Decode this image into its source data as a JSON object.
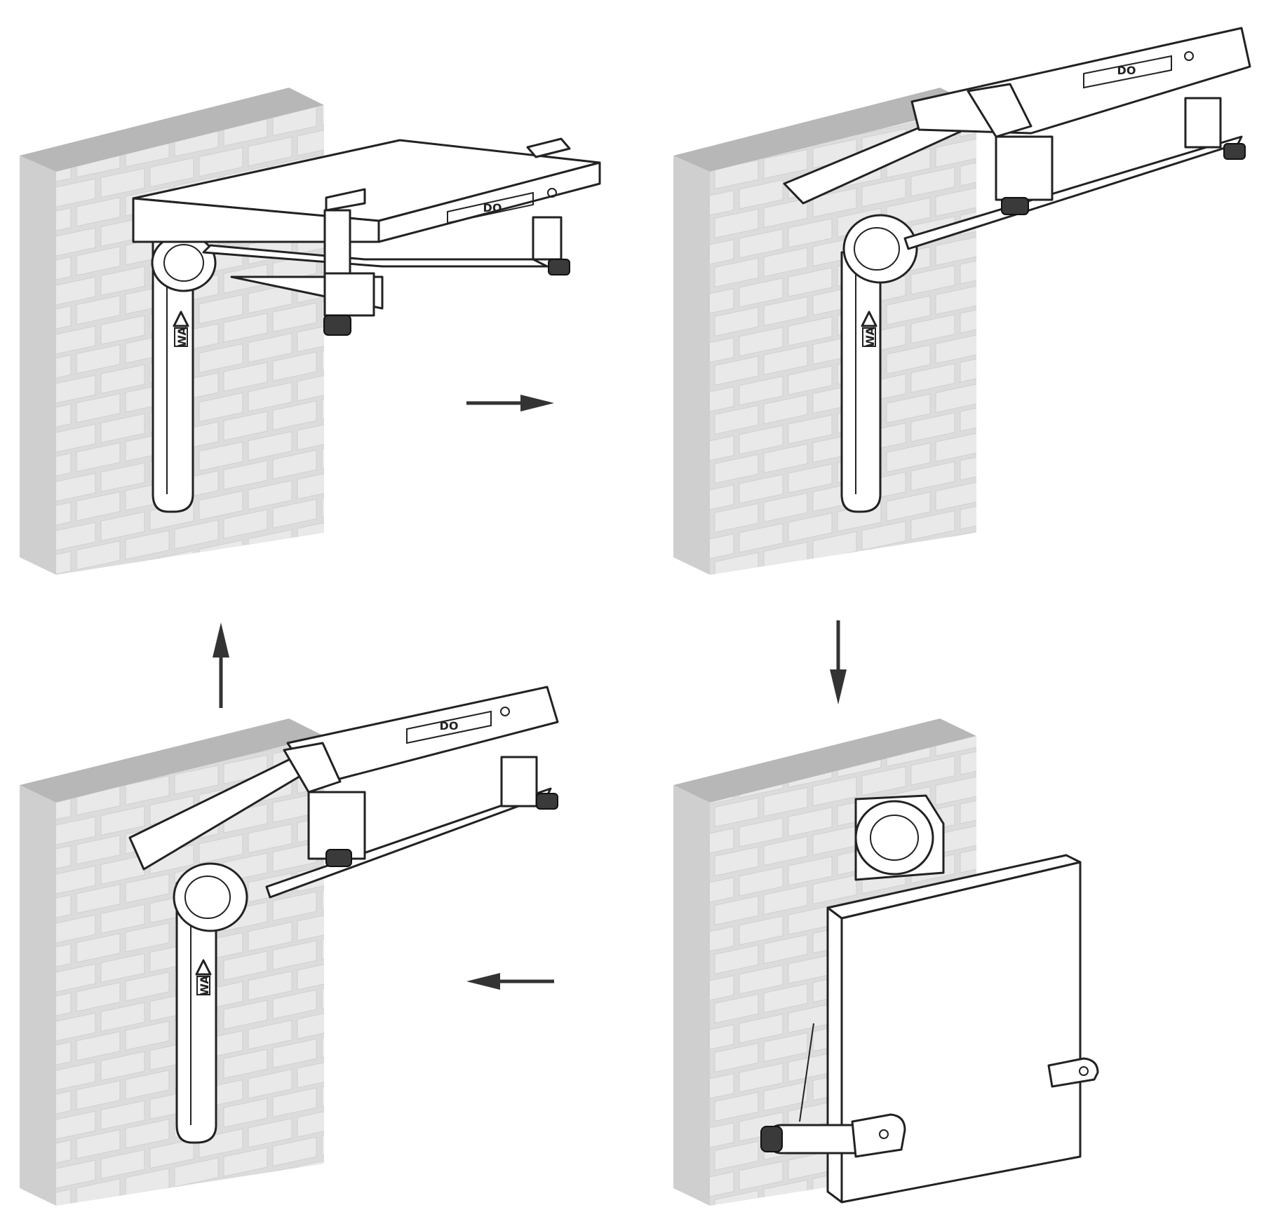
{
  "panels": [
    {
      "id": "panel-1",
      "state": "bracket-unfolded",
      "slot_label": "DO",
      "leg_marking": "WA"
    },
    {
      "id": "panel-2",
      "state": "bracket-tilting-up",
      "slot_label": "DO",
      "leg_marking": "WA"
    },
    {
      "id": "panel-3",
      "state": "bracket-tilting-down",
      "slot_label": "DO",
      "leg_marking": "WA"
    },
    {
      "id": "panel-4",
      "state": "bracket-folded-flat",
      "slot_label": "",
      "leg_marking": ""
    }
  ],
  "arrows": [
    {
      "name": "arrow-right",
      "direction": "right"
    },
    {
      "name": "arrow-down",
      "direction": "down"
    },
    {
      "name": "arrow-left",
      "direction": "left"
    },
    {
      "name": "arrow-up",
      "direction": "up"
    }
  ],
  "colors": {
    "wall": "#cfcfcf",
    "wall_top": "#b7b7b7",
    "line": "#222222",
    "knob": "#3a3a3a"
  }
}
